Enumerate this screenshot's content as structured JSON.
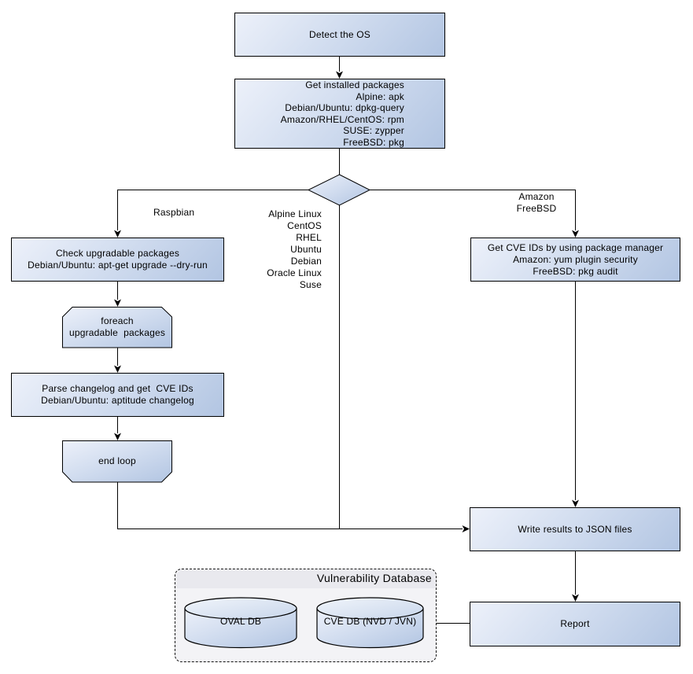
{
  "nodes": {
    "detect_os": {
      "label": "Detect the OS"
    },
    "get_installed_packages": {
      "label": "Get installed packages\nAlpine: apk\nDebian/Ubuntu: dpkg-query\nAmazon/RHEL/CentOS: rpm\nSUSE: zypper\nFreeBSD: pkg"
    },
    "check_upgradable_packages": {
      "label": "Check upgradable packages\nDebian/Ubuntu: apt-get upgrade --dry-run"
    },
    "foreach_loop_begin": {
      "label": "foreach\nupgradable  packages"
    },
    "parse_changelog": {
      "label": "Parse changelog and get  CVE IDs\nDebian/Ubuntu: aptitude changelog"
    },
    "loop_end": {
      "label": "end loop"
    },
    "get_cve_ids_pkg_manager": {
      "label": "Get CVE IDs by using package manager\nAmazon: yum plugin security\nFreeBSD: pkg audit"
    },
    "write_results": {
      "label": "Write results to JSON files"
    },
    "report": {
      "label": "Report"
    }
  },
  "edge_labels": {
    "raspbian": "Raspbian",
    "os_list": "Alpine Linux\nCentOS\nRHEL\nUbuntu\nDebian\nOracle Linux\nSuse",
    "amazon_freebsd": "Amazon\nFreeBSD"
  },
  "database": {
    "title": "Vulnerability Database",
    "cylinders": [
      {
        "label": "OVAL DB"
      },
      {
        "label": "CVE DB (NVD / JVN)"
      }
    ]
  },
  "colors": {
    "node_fill_light": "#edf1fa",
    "node_fill_dark": "#b2c5e2",
    "node_border": "#000000",
    "connector": "#000000",
    "container_fill": "#f3f3f6",
    "container_title_band": "#e9e9ee",
    "canvas_background": "#ffffff"
  }
}
